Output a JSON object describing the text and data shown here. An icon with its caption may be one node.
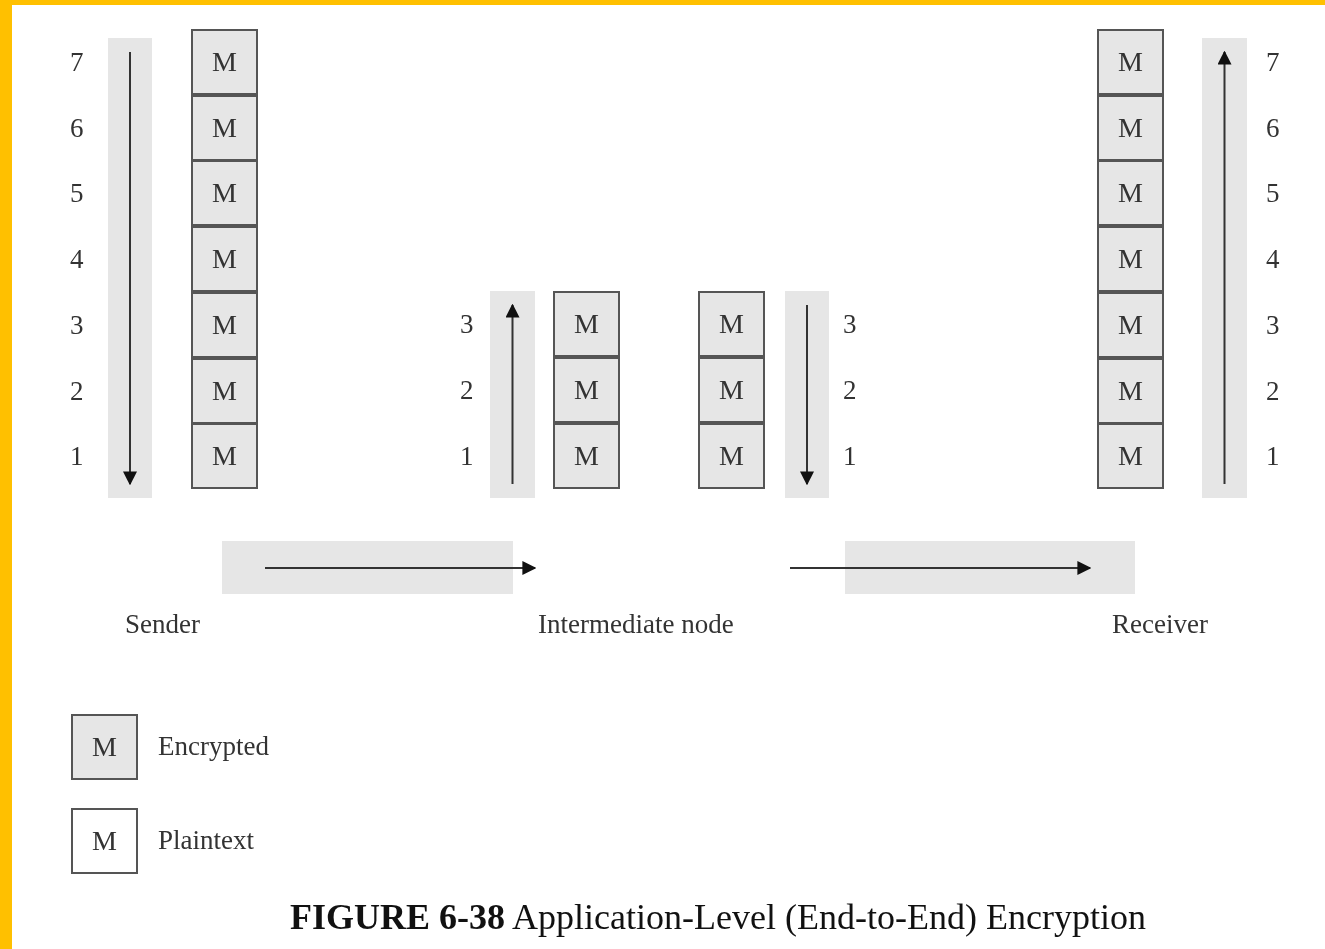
{
  "diagram": {
    "caption": "**FIGURE 6-38** Application-Level (End-to-End) Encryption",
    "nodes": [
      {
        "text": [
          "Sender"
        ]
      },
      {
        "text": [
          "M"
        ],
        "in": 0
      },
      {
        "text": [
          "M"
        ],
        "in": 0
      },
      {
        "text": [
          "M"
        ],
        "in": 0
      },
      {
        "text": [
          "M"
        ],
        "in": 0
      },
      {
        "text": [
          "M"
        ],
        "in": 0
      },
      {
        "text": [
          "M"
        ],
        "in": 0
      },
      {
        "text": [
          "M"
        ],
        "in": 0
      },
      {
        "text": [
          "Intermediate node"
        ]
      },
      {
        "text": [
          "M"
        ],
        "in": 8
      },
      {
        "text": [
          "M"
        ],
        "in": 8
      },
      {
        "text": [
          "M"
        ],
        "in": 8
      },
      {
        "text": [
          "M"
        ],
        "in": 8
      },
      {
        "text": [
          "M"
        ],
        "in": 8
      },
      {
        "text": [
          "M"
        ],
        "in": 8
      },
      {
        "text": [
          "Receiver"
        ]
      },
      {
        "text": [
          "M"
        ],
        "in": 15
      },
      {
        "text": [
          "M"
        ],
        "in": 15
      },
      {
        "text": [
          "M"
        ],
        "in": 15
      },
      {
        "text": [
          "M"
        ],
        "in": 15
      },
      {
        "text": [
          "M"
        ],
        "in": 15
      },
      {
        "text": [
          "M"
        ],
        "in": 15
      },
      {
        "text": [
          "M"
        ],
        "in": 15
      }
    ],
    "edges": [
      {
        "from": 0,
        "to": 8,
        "arrow": "to"
      },
      {
        "from": 8,
        "to": 15,
        "arrow": "to"
      }
    ],
    "labels": [
      "7",
      "6",
      "5",
      "4",
      "3",
      "2",
      "1",
      "3",
      "2",
      "1",
      "3",
      "2",
      "1",
      "7",
      "6",
      "5",
      "4",
      "3",
      "2",
      "1",
      "M",
      "M"
    ],
    "legend": [
      {
        "text": "Encrypted",
        "color": "#e6e6e6"
      },
      {
        "text": "Plaintext",
        "color": "#ffffff"
      }
    ]
  }
}
